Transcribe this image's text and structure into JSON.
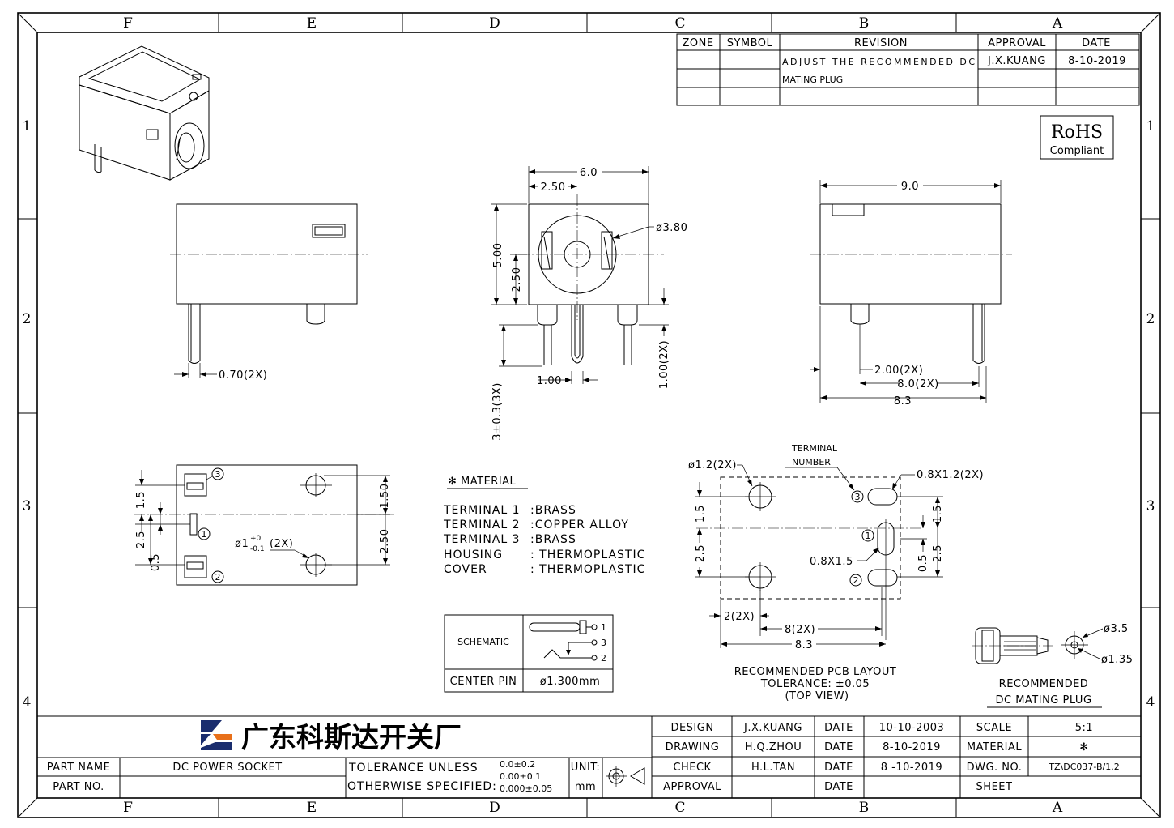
{
  "border": {
    "top_zones": [
      "F",
      "E",
      "D",
      "C",
      "B",
      "A"
    ],
    "side_zones": [
      "1",
      "2",
      "3",
      "4"
    ]
  },
  "revision_table": {
    "headers": [
      "ZONE",
      "SYMBOL",
      "REVISION",
      "APPROVAL",
      "DATE"
    ],
    "revision_line1": "ADJUST THE RECOMMENDED DC",
    "revision_line2": "MATING PLUG",
    "approval": "J.X.KUANG",
    "date": "8-10-2019"
  },
  "rohs": {
    "line1": "RoHS",
    "line2": "Compliant"
  },
  "dimensions": {
    "side_width": "0.70(2X)",
    "front_width": "6.0",
    "front_offset": "2.50",
    "front_height": "5.00",
    "front_center": "2.50",
    "bore_dia": "ø3.80",
    "pin_pitch": "1.00",
    "pin_width": "1.00(2X)",
    "pin_length": "3±0.3(3X)",
    "rear_width": "9.0",
    "rear_pin": "2.00(2X)",
    "rear_spacing": "8.0(2X)",
    "rear_total": "8.3",
    "bottom_1_5": "1.5",
    "bottom_2_5": "2.5",
    "bottom_0_5": "0.5",
    "bottom_1_50": "1.50",
    "bottom_2_50": "2.50",
    "hole_dia": "ø1",
    "hole_tol_upper": "+0",
    "hole_tol_lower": "-0.1",
    "hole_count": "(2X)",
    "pcb_hole": "ø1.2(2X)",
    "terminal_number_1": "TERMINAL",
    "terminal_number_2": "NUMBER",
    "pcb_slot": "0.8X1.2(2X)",
    "pcb_1_5_left": "1.5",
    "pcb_2_5_left": "2.5",
    "pcb_1_5_right": "1.5",
    "pcb_0_5_right": "0.5",
    "pcb_2_5_right": "2.5",
    "pcb_slot2": "0.8X1.5",
    "pcb_2x": "2(2X)",
    "pcb_8x": "8(2X)",
    "pcb_total": "8.3",
    "plug_outer": "ø3.5",
    "plug_inner": "ø1.35"
  },
  "terminals": [
    "1",
    "2",
    "3"
  ],
  "material": {
    "title": "✻ MATERIAL",
    "rows": [
      {
        "part": "TERMINAL 1",
        "value": ":BRASS"
      },
      {
        "part": "TERMINAL 2",
        "value": ":COPPER ALLOY"
      },
      {
        "part": "TERMINAL 3",
        "value": ":BRASS"
      },
      {
        "part": "HOUSING",
        "value": ": THERMOPLASTIC"
      },
      {
        "part": "COVER",
        "value": ": THERMOPLASTIC"
      }
    ]
  },
  "schematic": {
    "label": "SCHEMATIC",
    "center_pin_label": "CENTER PIN",
    "center_pin_value": "ø1.300mm",
    "pins": [
      "1",
      "3",
      "2"
    ]
  },
  "pcb_caption": {
    "line1": "RECOMMENDED PCB LAYOUT",
    "line2": "TOLERANCE: ±0.05",
    "line3": "(TOP VIEW)"
  },
  "plug_caption": {
    "line1": "RECOMMENDED",
    "line2": "DC MATING PLUG"
  },
  "title_block": {
    "company": "广东科斯达开关厂",
    "part_name_label": "PART NAME",
    "part_name": "DC POWER SOCKET",
    "part_no_label": "PART NO.",
    "part_no": "",
    "tolerance_line1": "TOLERANCE UNLESS",
    "tolerance_line2": "OTHERWISE SPECIFIED:",
    "tol1": "0.0±0.2",
    "tol2": "0.00±0.1",
    "tol3": "0.000±0.05",
    "unit_label": "UNIT:",
    "unit": "mm",
    "design_label": "DESIGN",
    "design_by": "J.X.KUANG",
    "design_date": "10-10-2003",
    "drawing_label": "DRAWING",
    "drawing_by": "H.Q.ZHOU",
    "drawing_date": "8-10-2019",
    "check_label": "CHECK",
    "check_by": "H.L.TAN",
    "check_date": "8 -10-2019",
    "approval_label": "APPROVAL",
    "date_label": "DATE",
    "scale_label": "SCALE",
    "scale": "5:1",
    "material_label": "MATERIAL",
    "material": "✻",
    "dwg_label": "DWG. NO.",
    "dwg_no": "TZ\\DC037-B/1.2",
    "sheet_label": "SHEET",
    "sheet": ""
  }
}
